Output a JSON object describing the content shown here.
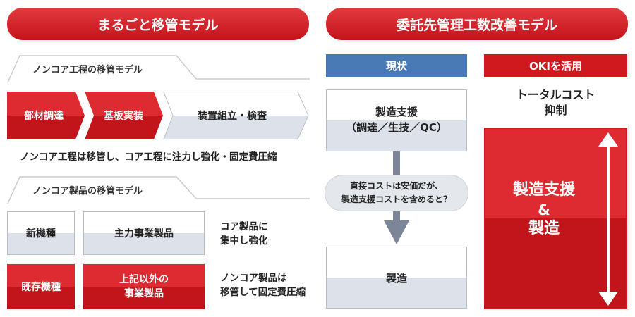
{
  "left": {
    "header": "まるごと移管モデル",
    "tab1": "ノンコア工程の移管モデル",
    "chevrons": [
      "部材調達",
      "基板実装",
      "装置組立・検査"
    ],
    "note1": "ノンコア工程は移管し、コア工程に注力し強化・固定費圧縮",
    "tab2": "ノンコア製品の移管モデル",
    "row1": {
      "box_a": "新機種",
      "box_b": "主力事業製品",
      "note": "コア製品に\n集中し強化"
    },
    "row2": {
      "box_a": "既存機種",
      "box_b": "上記以外の\n事業製品",
      "note": "ノンコア製品は\n移管して固定費圧縮"
    }
  },
  "right": {
    "header": "委託先管理工数改善モデル",
    "current": {
      "label": "現状",
      "box_top": "製造支援\n（調達／生技／QC）",
      "bubble": "直接コストは安価だが、\n製造支援コストを含めると？",
      "box_bottom": "製造"
    },
    "oki": {
      "label": "OKIを活用",
      "subtitle": "トータルコスト\n抑制",
      "box_line1": "製造支援",
      "box_amp": "&",
      "box_line2": "製造"
    }
  },
  "colors": {
    "red": "#d0191f",
    "blue": "#4a7ab5",
    "gray_arrow": "#7d8699",
    "box_gray": "#dde2ea"
  }
}
